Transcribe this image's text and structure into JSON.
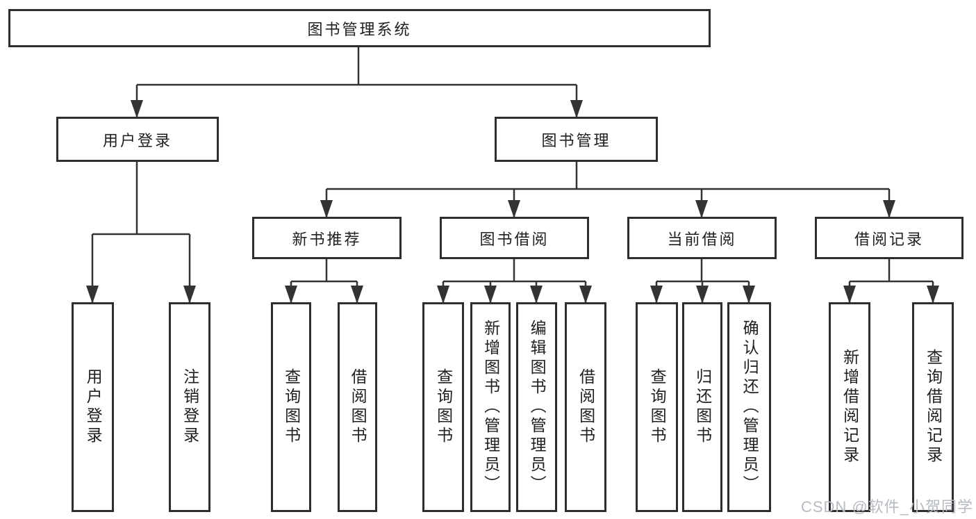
{
  "diagram": {
    "background": "#ffffff",
    "colors": {
      "line": "#333333",
      "box_border": "#2e2e2e",
      "text": "#1f1f1f",
      "watermark": "#b6bac1"
    },
    "tree": {
      "root": {
        "label": "图书管理系统"
      },
      "level2": [
        {
          "label": "用户登录"
        },
        {
          "label": "图书管理"
        }
      ],
      "level3": [
        {
          "label": "新书推荐"
        },
        {
          "label": "图书借阅"
        },
        {
          "label": "当前借阅"
        },
        {
          "label": "借阅记录"
        }
      ],
      "level4": [
        {
          "label": "用户登录"
        },
        {
          "label": "注销登录"
        },
        {
          "label": "查询图书"
        },
        {
          "label": "借阅图书"
        },
        {
          "label": "查询图书"
        },
        {
          "label": "新增图书（管理员）"
        },
        {
          "label": "编辑图书（管理员）"
        },
        {
          "label": "借阅图书"
        },
        {
          "label": "查询图书"
        },
        {
          "label": "归还图书"
        },
        {
          "label": "确认归还（管理员）"
        },
        {
          "label": "新增借阅记录"
        },
        {
          "label": "查询借阅记录"
        }
      ]
    }
  },
  "watermark": {
    "text": "CSDN @软件_小贺同学"
  }
}
